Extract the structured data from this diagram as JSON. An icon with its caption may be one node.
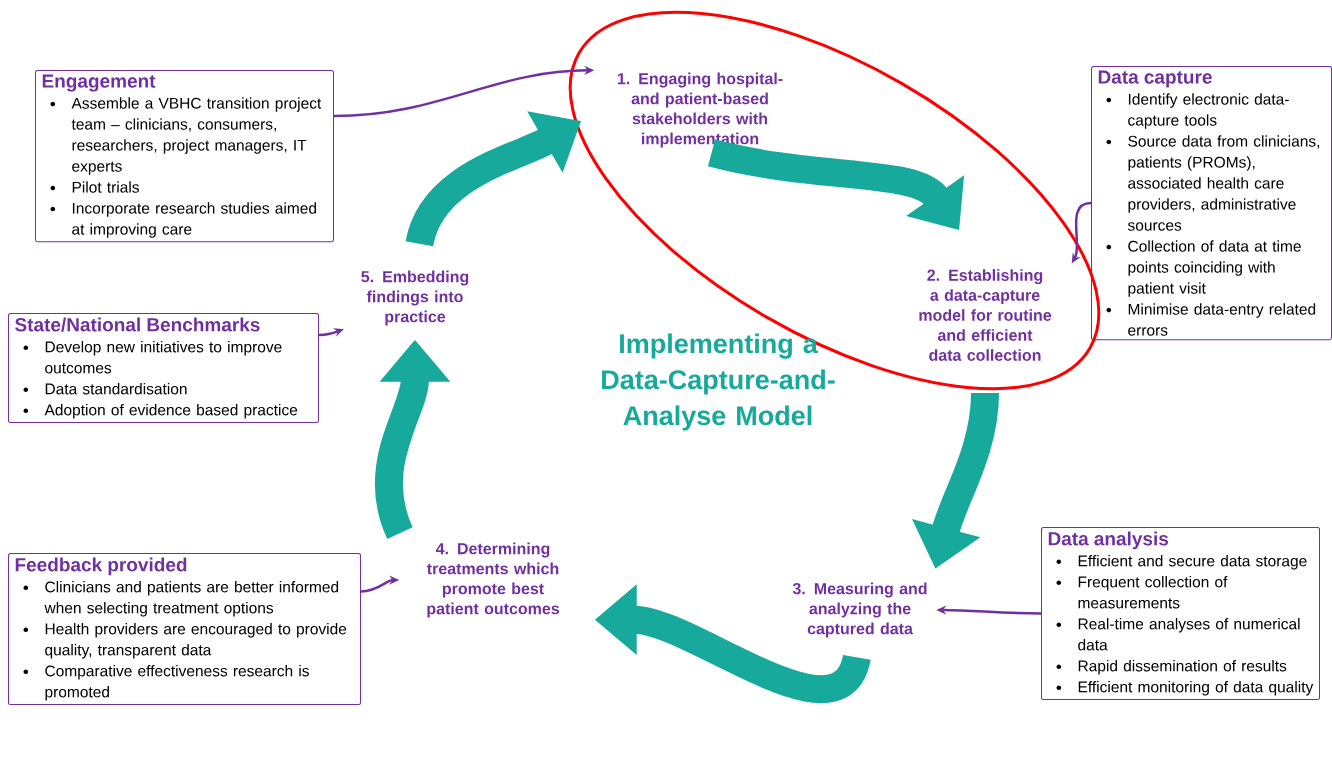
{
  "diagram": {
    "title": "Implementing a Data-Capture-and-Analyse Model",
    "nodes": [
      {
        "text": [],
        "shape": "ellipse"
      },
      {
        "text": [
          "1. Engaging hospital- and patient-based stakeholders with implementation"
        ],
        "in": 0
      },
      {
        "text": [
          "2. Establishing a data-capture model for routine and efficient data collection"
        ],
        "in": 0
      },
      {
        "text": [
          "3. Measuring and analyzing the captured data"
        ]
      },
      {
        "text": [
          "4. Determining treatments which promote best patient outcomes"
        ]
      },
      {
        "text": [
          "5. Embedding findings into practice"
        ]
      },
      {
        "text": [
          "Engagement",
          "Assemble a VBHC transition project team – clinicians, consumers, researchers, project managers, IT experts",
          "Pilot trials",
          "Incorporate research studies aimed at improving care"
        ]
      },
      {
        "text": [
          "Data capture",
          "Identify electronic data-capture tools",
          "Source data from clinicians, patients (PROMs), associated health care providers, administrative sources",
          "Collection of data at time points coinciding with patient visit",
          "Minimise data-entry related errors"
        ]
      },
      {
        "text": [
          "State/National Benchmarks",
          "Develop new initiatives to improve outcomes",
          "Data standardisation",
          "Adoption of evidence based practice"
        ]
      },
      {
        "text": [
          "Data analysis",
          "Efficient and secure data storage",
          "Frequent collection of measurements",
          "Real-time analyses of numerical data",
          "Rapid dissemination of results",
          "Efficient monitoring of data quality"
        ]
      },
      {
        "text": [
          "Feedback provided",
          "Clinicians and patients are better informed when selecting treatment options",
          "Health providers are encouraged to provide quality, transparent data",
          "Comparative effectiveness research is promoted"
        ]
      }
    ],
    "edges": [
      {
        "from": 1,
        "to": 2,
        "arrow": "to",
        "style": "thick",
        "color": "#17a99b"
      },
      {
        "from": 2,
        "to": 3,
        "arrow": "to",
        "style": "thick",
        "color": "#17a99b"
      },
      {
        "from": 3,
        "to": 4,
        "arrow": "to",
        "style": "thick",
        "color": "#17a99b"
      },
      {
        "from": 4,
        "to": 5,
        "arrow": "to",
        "style": "thick",
        "color": "#17a99b"
      },
      {
        "from": 5,
        "to": 1,
        "arrow": "to",
        "style": "thick",
        "color": "#17a99b"
      },
      {
        "from": 6,
        "to": 1,
        "arrow": "to",
        "color": "#7030a0"
      },
      {
        "from": 7,
        "to": 2,
        "arrow": "to",
        "color": "#7030a0"
      },
      {
        "from": 8,
        "to": 5,
        "arrow": "to",
        "color": "#7030a0"
      },
      {
        "from": 9,
        "to": 3,
        "arrow": "to",
        "color": "#7030a0"
      },
      {
        "from": 10,
        "to": 4,
        "arrow": "to",
        "color": "#7030a0"
      }
    ]
  }
}
